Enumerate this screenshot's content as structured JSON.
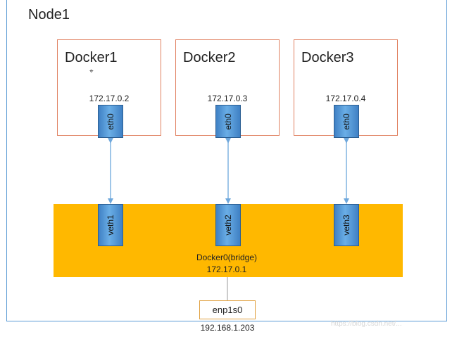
{
  "node": {
    "title": "Node1"
  },
  "containers": [
    {
      "name": "Docker1",
      "ip": "172.17.0.2",
      "iface": "eth0"
    },
    {
      "name": "Docker2",
      "ip": "172.17.0.3",
      "iface": "eth0"
    },
    {
      "name": "Docker3",
      "ip": "172.17.0.4",
      "iface": "eth0"
    }
  ],
  "bridge": {
    "name": "Docker0(bridge)",
    "ip": "172.17.0.1",
    "veths": [
      "veth1",
      "veth2",
      "veth3"
    ]
  },
  "host_iface": {
    "name": "enp1s0",
    "ip": "192.168.1.203"
  },
  "watermark": "https://blog.csdn.net/...",
  "colors": {
    "frame": "#5b9bd5",
    "container_border": "#e08060",
    "bridge": "#ffb800",
    "iface": "#4a90d0",
    "link": "#7fb3e0"
  }
}
